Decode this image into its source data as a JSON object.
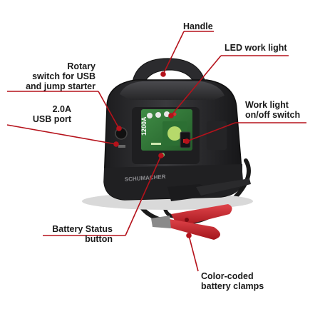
{
  "accent_color": "#b5121b",
  "device": {
    "product_badge": "1200A",
    "brand_text": "SCHUMACHER"
  },
  "callouts": {
    "handle": {
      "lines": [
        "Handle"
      ]
    },
    "led_work_light": {
      "lines": [
        "LED work light"
      ]
    },
    "rotary_switch": {
      "lines": [
        "Rotary",
        "switch for USB",
        "and jump starter"
      ]
    },
    "usb_port": {
      "lines": [
        "2.0A",
        "USB port"
      ]
    },
    "work_light_switch": {
      "lines": [
        "Work light",
        "on/off switch"
      ]
    },
    "battery_status_button": {
      "lines": [
        "Battery Status",
        "button"
      ]
    },
    "battery_clamps": {
      "lines": [
        "Color-coded",
        "battery clamps"
      ]
    }
  }
}
